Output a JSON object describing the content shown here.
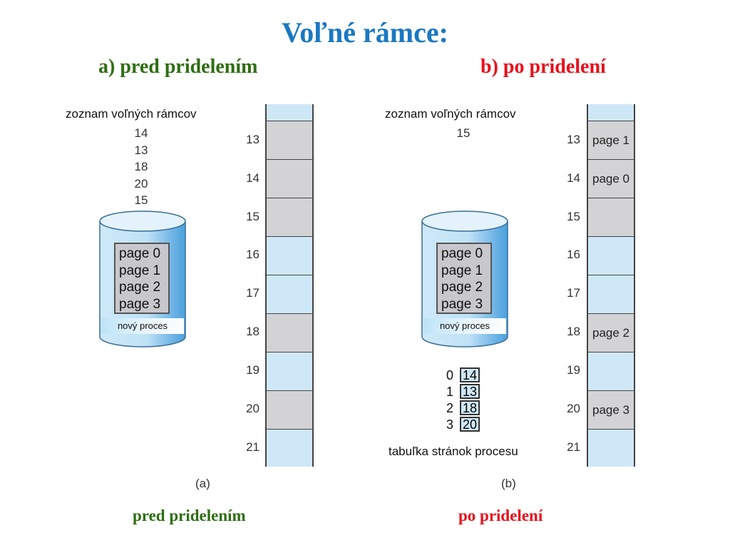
{
  "title": "Voľné rámce:",
  "subtitle_a": "a) pred pridelením",
  "subtitle_b": "b) po pridelení",
  "panel_a": {
    "free_list_label": "zoznam voľných rámcov",
    "free_list": [
      "14",
      "13",
      "18",
      "20",
      "15"
    ],
    "pages": [
      "page 0",
      "page 1",
      "page 2",
      "page 3"
    ],
    "process_label": "nový proces",
    "frames": [
      {
        "number": "",
        "state": "free",
        "content": ""
      },
      {
        "number": "13",
        "state": "free_list",
        "content": ""
      },
      {
        "number": "14",
        "state": "free_list",
        "content": ""
      },
      {
        "number": "15",
        "state": "free_list",
        "content": ""
      },
      {
        "number": "16",
        "state": "used",
        "content": ""
      },
      {
        "number": "17",
        "state": "used",
        "content": ""
      },
      {
        "number": "18",
        "state": "free_list",
        "content": ""
      },
      {
        "number": "19",
        "state": "used",
        "content": ""
      },
      {
        "number": "20",
        "state": "free_list",
        "content": ""
      },
      {
        "number": "21",
        "state": "used",
        "content": ""
      }
    ],
    "caption": "(a)",
    "bottom_label": "pred pridelením"
  },
  "panel_b": {
    "free_list_label": "zoznam voľných rámcov",
    "free_list": [
      "15"
    ],
    "pages": [
      "page 0",
      "page 1",
      "page 2",
      "page 3"
    ],
    "process_label": "nový proces",
    "frames": [
      {
        "number": "",
        "state": "used",
        "content": ""
      },
      {
        "number": "13",
        "state": "allocated",
        "content": "page 1"
      },
      {
        "number": "14",
        "state": "allocated",
        "content": "page 0"
      },
      {
        "number": "15",
        "state": "free_list",
        "content": ""
      },
      {
        "number": "16",
        "state": "used",
        "content": ""
      },
      {
        "number": "17",
        "state": "used",
        "content": ""
      },
      {
        "number": "18",
        "state": "allocated",
        "content": "page 2"
      },
      {
        "number": "19",
        "state": "used",
        "content": ""
      },
      {
        "number": "20",
        "state": "allocated",
        "content": "page 3"
      },
      {
        "number": "21",
        "state": "used",
        "content": ""
      }
    ],
    "page_table": {
      "indices": [
        "0",
        "1",
        "2",
        "3"
      ],
      "frames": [
        "14",
        "13",
        "18",
        "20"
      ],
      "label": "tabuľka stránok procesu"
    },
    "caption": "(b)",
    "bottom_label": "po pridelení"
  },
  "colors": {
    "title": "#1a78c2",
    "label_a": "#2e6e12",
    "label_b": "#e8101a",
    "free_frame": "#cfe8f7",
    "used_frame": "#d3d3d6"
  }
}
